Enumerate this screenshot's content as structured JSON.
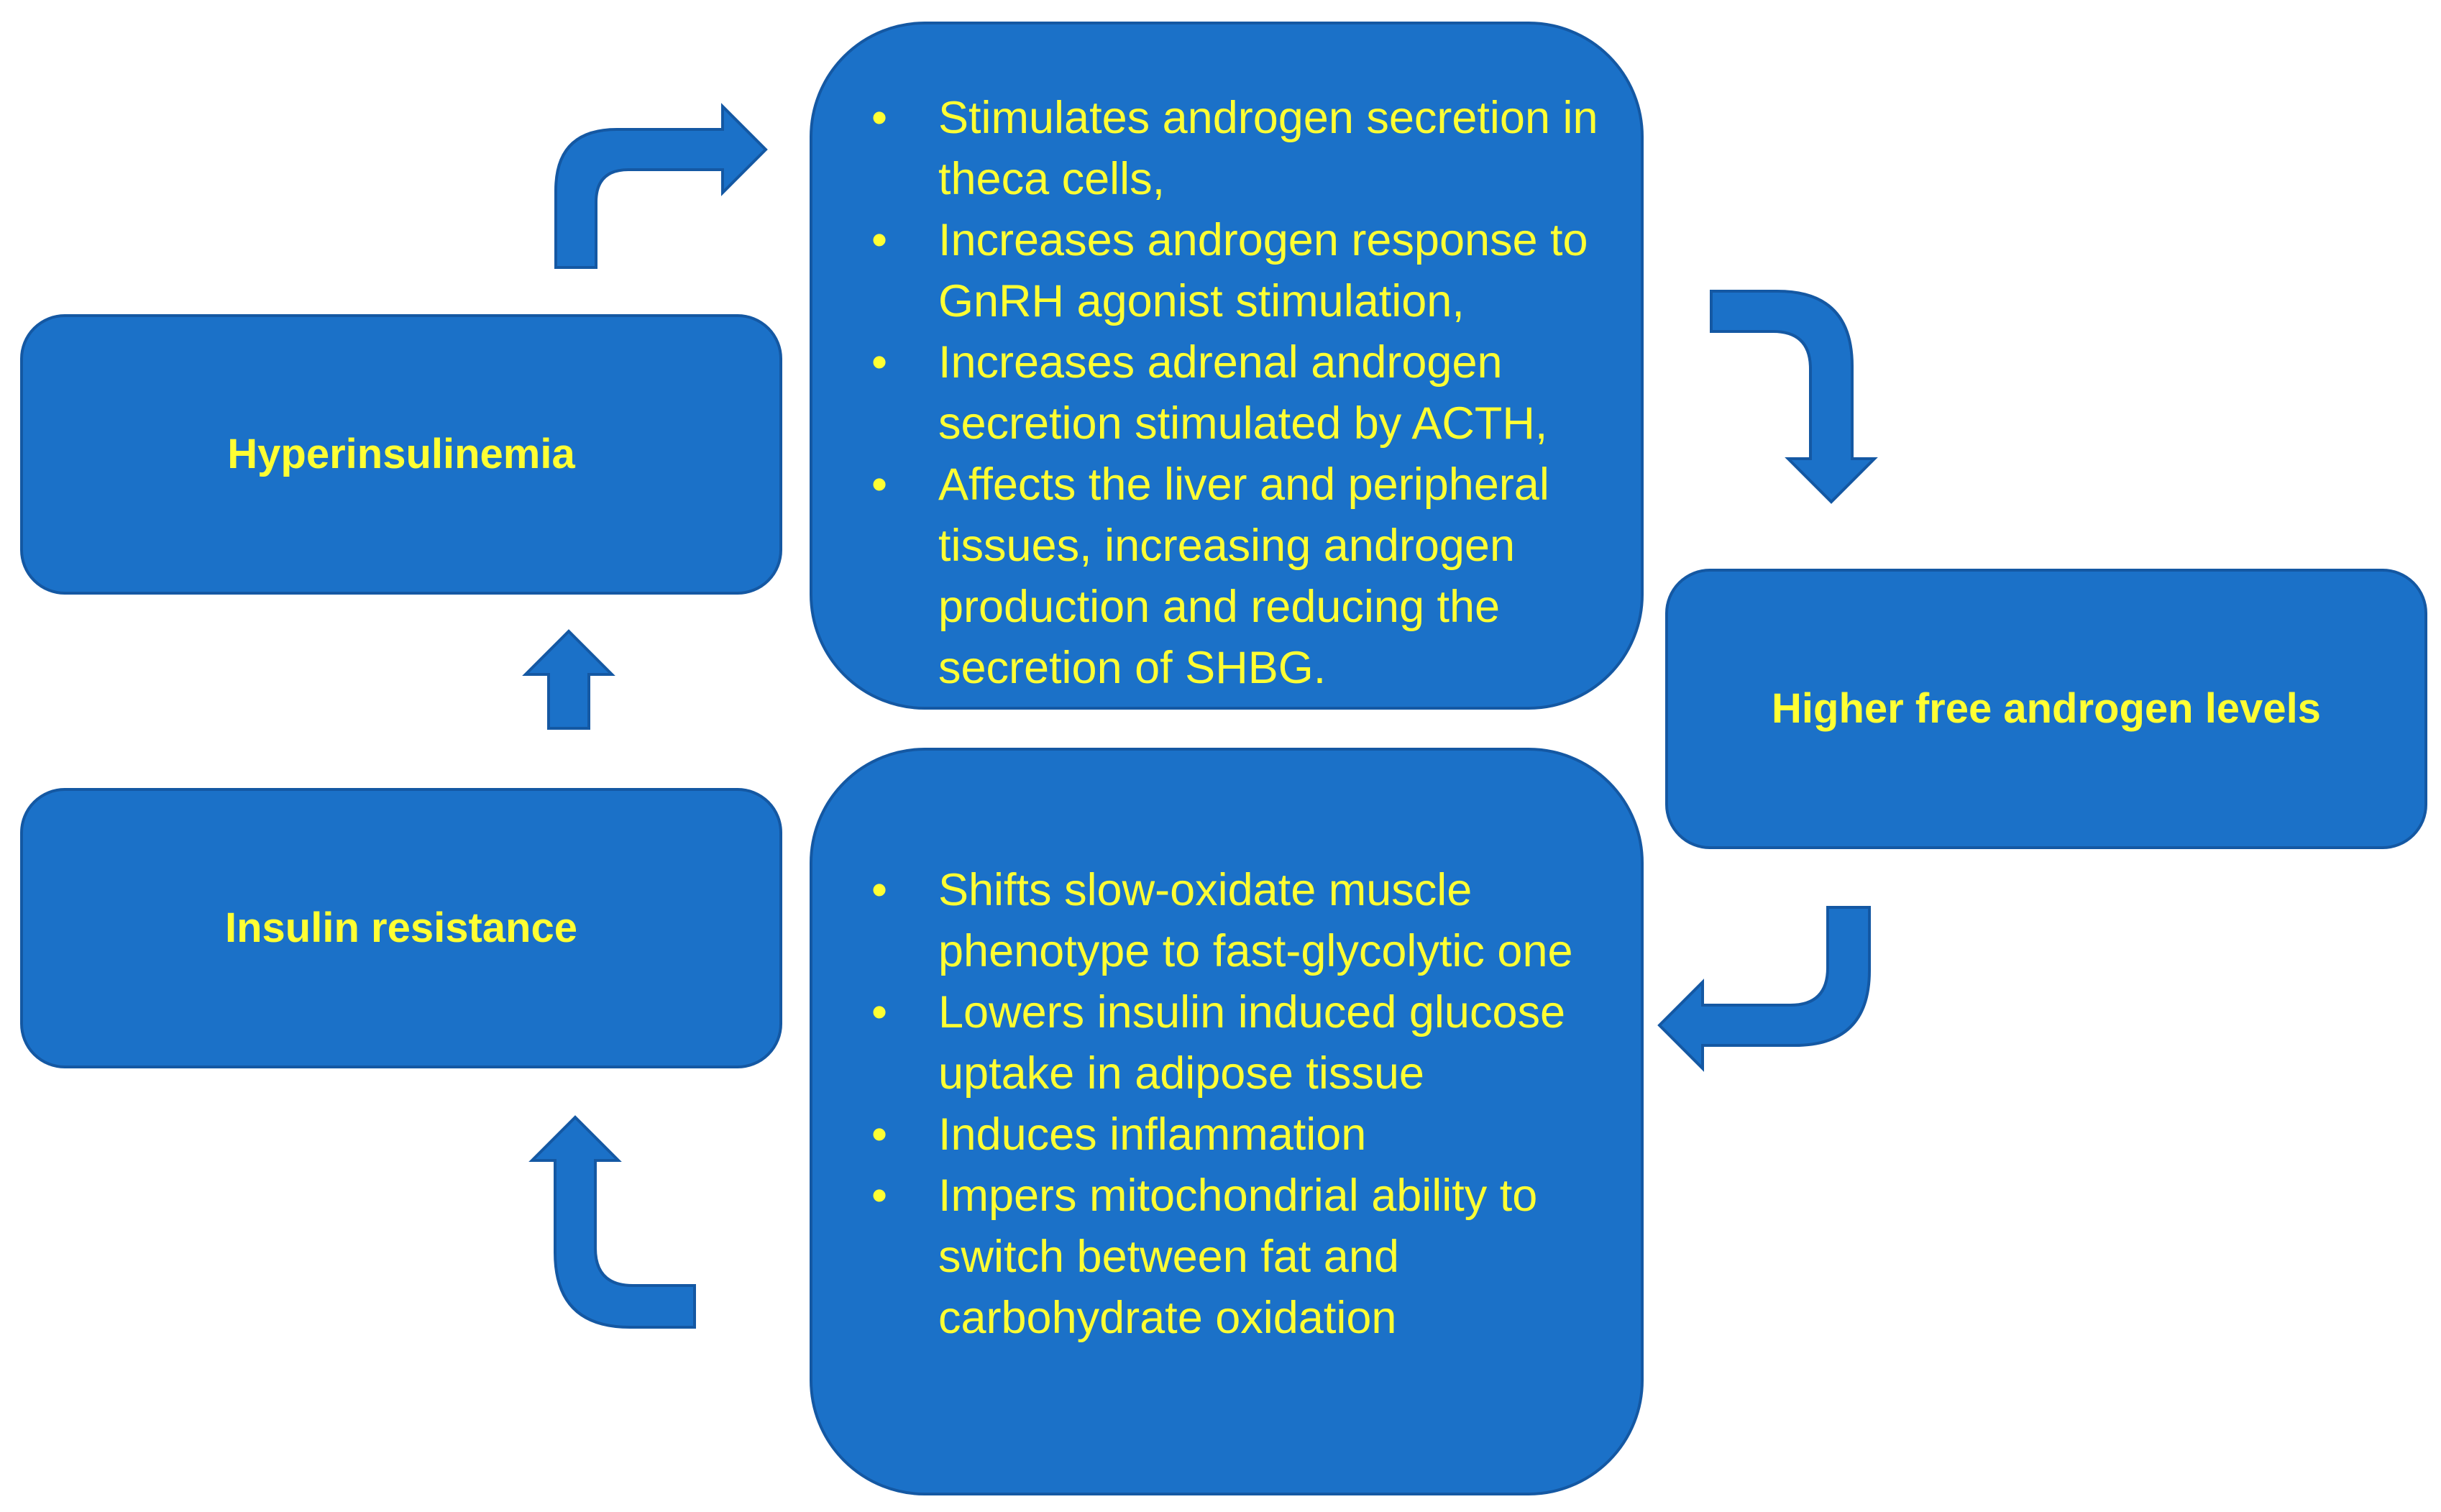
{
  "nodes": {
    "hyperinsulinemia": "Hyperinsulinemia",
    "insulin_resistance": "Insulin resistance",
    "higher_androgen": "Higher free androgen levels"
  },
  "hyperinsulinemia_effects": [
    "Stimulates androgen secretion in theca cells,",
    "Increases androgen response to GnRH agonist stimulation,",
    "Increases adrenal androgen secretion stimulated by ACTH,",
    "Affects the liver and peripheral tissues, increasing androgen production and reducing the secretion of SHBG."
  ],
  "androgen_effects": [
    "Shifts slow-oxidate muscle phenotype to fast-glycolytic one",
    "Lowers insulin induced glucose uptake in adipose tissue",
    "Induces inflammation",
    "Impers mitochondrial ability to switch between fat and carbohydrate oxidation"
  ],
  "colors": {
    "box_fill": "#1b71c8",
    "box_border": "#1458a3",
    "text": "#ffff33"
  }
}
